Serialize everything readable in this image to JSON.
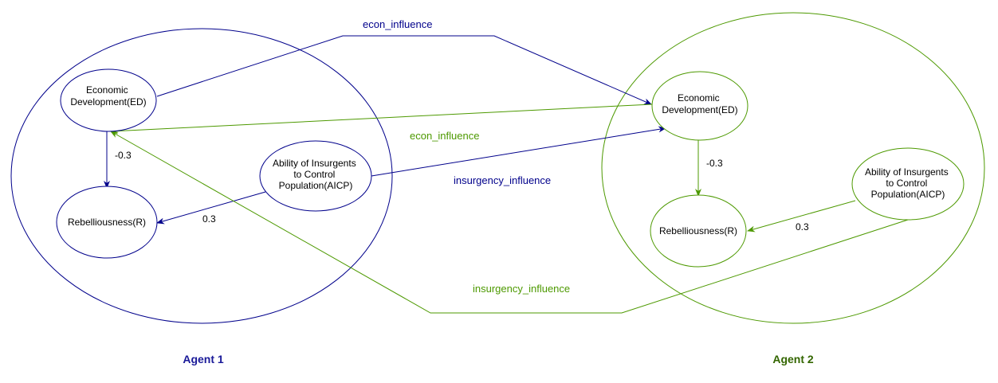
{
  "colors": {
    "agent1": "#00008B",
    "agent2": "#4D9900",
    "agent1_label": "#1a1a99",
    "agent2_label": "#336600",
    "text": "#000000"
  },
  "agents": [
    {
      "label": "Agent 1",
      "nodes": {
        "ed": [
          "Economic",
          "Development(ED)"
        ],
        "r": [
          "Rebelliousness(R)"
        ],
        "aicp": [
          "Ability of Insurgents",
          "to Control",
          "Population(AICP)"
        ]
      },
      "weights": {
        "ed_to_r": "-0.3",
        "aicp_to_r": "0.3"
      }
    },
    {
      "label": "Agent 2",
      "nodes": {
        "ed": [
          "Economic",
          "Development(ED)"
        ],
        "r": [
          "Rebelliousness(R)"
        ],
        "aicp": [
          "Ability of Insurgents",
          "to Control",
          "Population(AICP)"
        ]
      },
      "weights": {
        "ed_to_r": "-0.3",
        "aicp_to_r": "0.3"
      }
    }
  ],
  "influences": {
    "econ_a1_to_a2": "econ_influence",
    "econ_a2_to_a1": "econ_influence",
    "insurgency_a1_to_a2": "insurgency_influence",
    "insurgency_a2_to_a1": "insurgency_influence"
  }
}
